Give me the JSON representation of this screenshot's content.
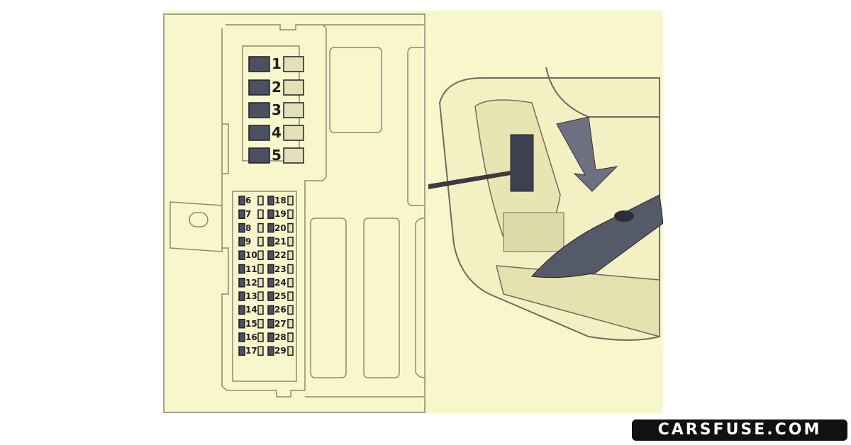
{
  "diagram": {
    "title": "Fuse box diagram",
    "large_fuses": [
      "1",
      "2",
      "3",
      "4",
      "5"
    ],
    "small_fuses_left": [
      "6",
      "7",
      "8",
      "9",
      "10",
      "11",
      "12",
      "13",
      "14",
      "15",
      "16",
      "17"
    ],
    "small_fuses_right": [
      "18",
      "19",
      "20",
      "21",
      "22",
      "23",
      "24",
      "25",
      "26",
      "27",
      "28",
      "29"
    ]
  },
  "watermark": {
    "text": "CARSFUSE.COM"
  },
  "colors": {
    "background": "#f8f6cb",
    "line": "#8a8a78",
    "fuse_dark": "#4b5063",
    "fuse_light": "#e3e0b8"
  }
}
